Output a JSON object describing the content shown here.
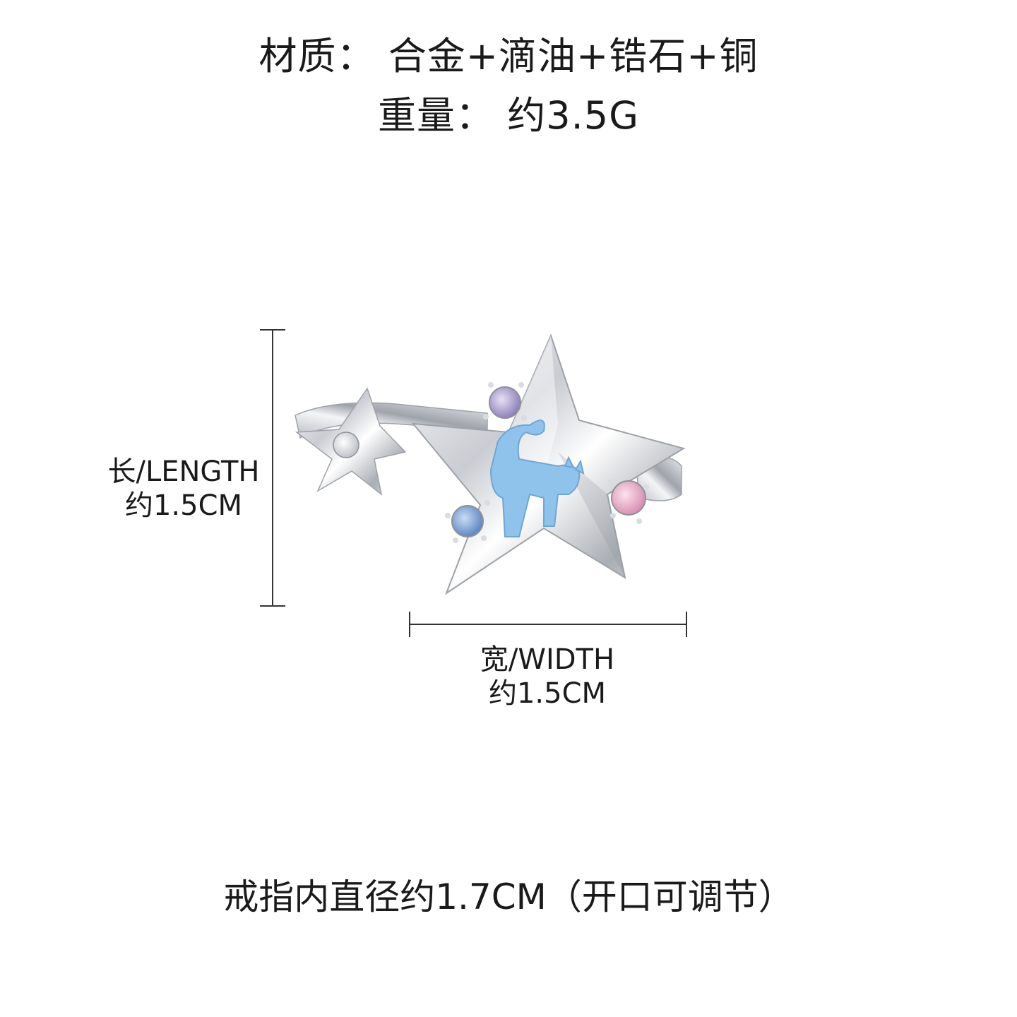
{
  "specs": {
    "material": "材质：  合金+滴油+锆石+铜",
    "weight": "重量：  约3.5G"
  },
  "dimensions": {
    "length_label": "长/LENGTH",
    "length_value": "约1.5CM",
    "width_label": "宽/WIDTH",
    "width_value": "约1.5CM"
  },
  "inner_diameter": "戒指内直径约1.7CM（开口可调节）",
  "colors": {
    "text": "#1a1a1a",
    "silver": "#c8ccd2",
    "enamel_blue": "#8fc3ec",
    "gem_violet": "#b3a8d6",
    "gem_blue": "#7fa6d8",
    "gem_pink": "#efb6cf",
    "gem_clear": "#eef0f3"
  }
}
